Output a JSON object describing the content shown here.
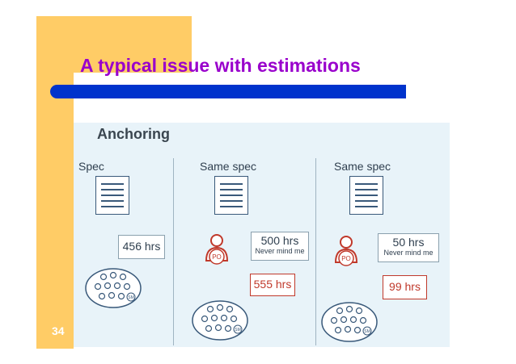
{
  "slide": {
    "title": "A typical issue with estimations",
    "page_number": "34",
    "subheading": "Anchoring"
  },
  "columns": [
    {
      "label": "Spec",
      "anchor_value": "456 hrs",
      "anchor_note": "",
      "team_estimate": ""
    },
    {
      "label": "Same spec",
      "anchor_value": "500 hrs",
      "anchor_note": "Never mind me",
      "team_estimate": "555 hrs"
    },
    {
      "label": "Same spec",
      "anchor_value": "50 hrs",
      "anchor_note": "Never mind me",
      "team_estimate": "99 hrs"
    }
  ],
  "icons": {
    "po_badge": "PO",
    "sm_badge": "SM"
  },
  "colors": {
    "accent_bar": "#ffcc66",
    "title": "#9900cc",
    "rule": "#0033cc",
    "po_red": "#c0392b"
  }
}
